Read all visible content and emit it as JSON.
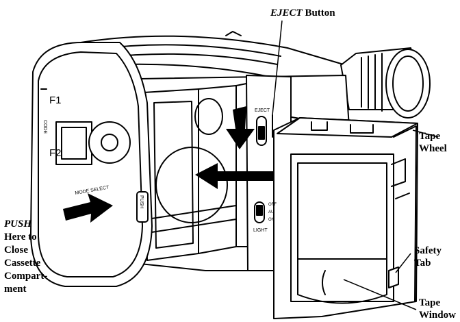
{
  "labels": {
    "eject_italic": "EJECT",
    "eject_rest": " Button",
    "tape_wheel_1": "Tape",
    "tape_wheel_2": "Wheel",
    "safety_tab_1": "Safety",
    "safety_tab_2": "Tab",
    "tape_window_1": "Tape",
    "tape_window_2": "Window",
    "push_italic": "PUSH",
    "push_line_2": "Here to",
    "push_line_3": "Close",
    "push_line_4": "Cassette",
    "push_line_5": "Compart-",
    "push_line_6": "ment"
  },
  "camera_text": {
    "f1": "F1",
    "f2": "F2",
    "code": "CODE",
    "mode_select": "MODE SELECT",
    "push_button": "PUSH",
    "eject": "EJECT",
    "light": "LIGHT",
    "light_off": "OFF",
    "light_auto": "AU",
    "light_on": "ON"
  },
  "colors": {
    "line": "#000000",
    "fill": "#ffffff",
    "arrow": "#000000",
    "gray": "#777777"
  }
}
